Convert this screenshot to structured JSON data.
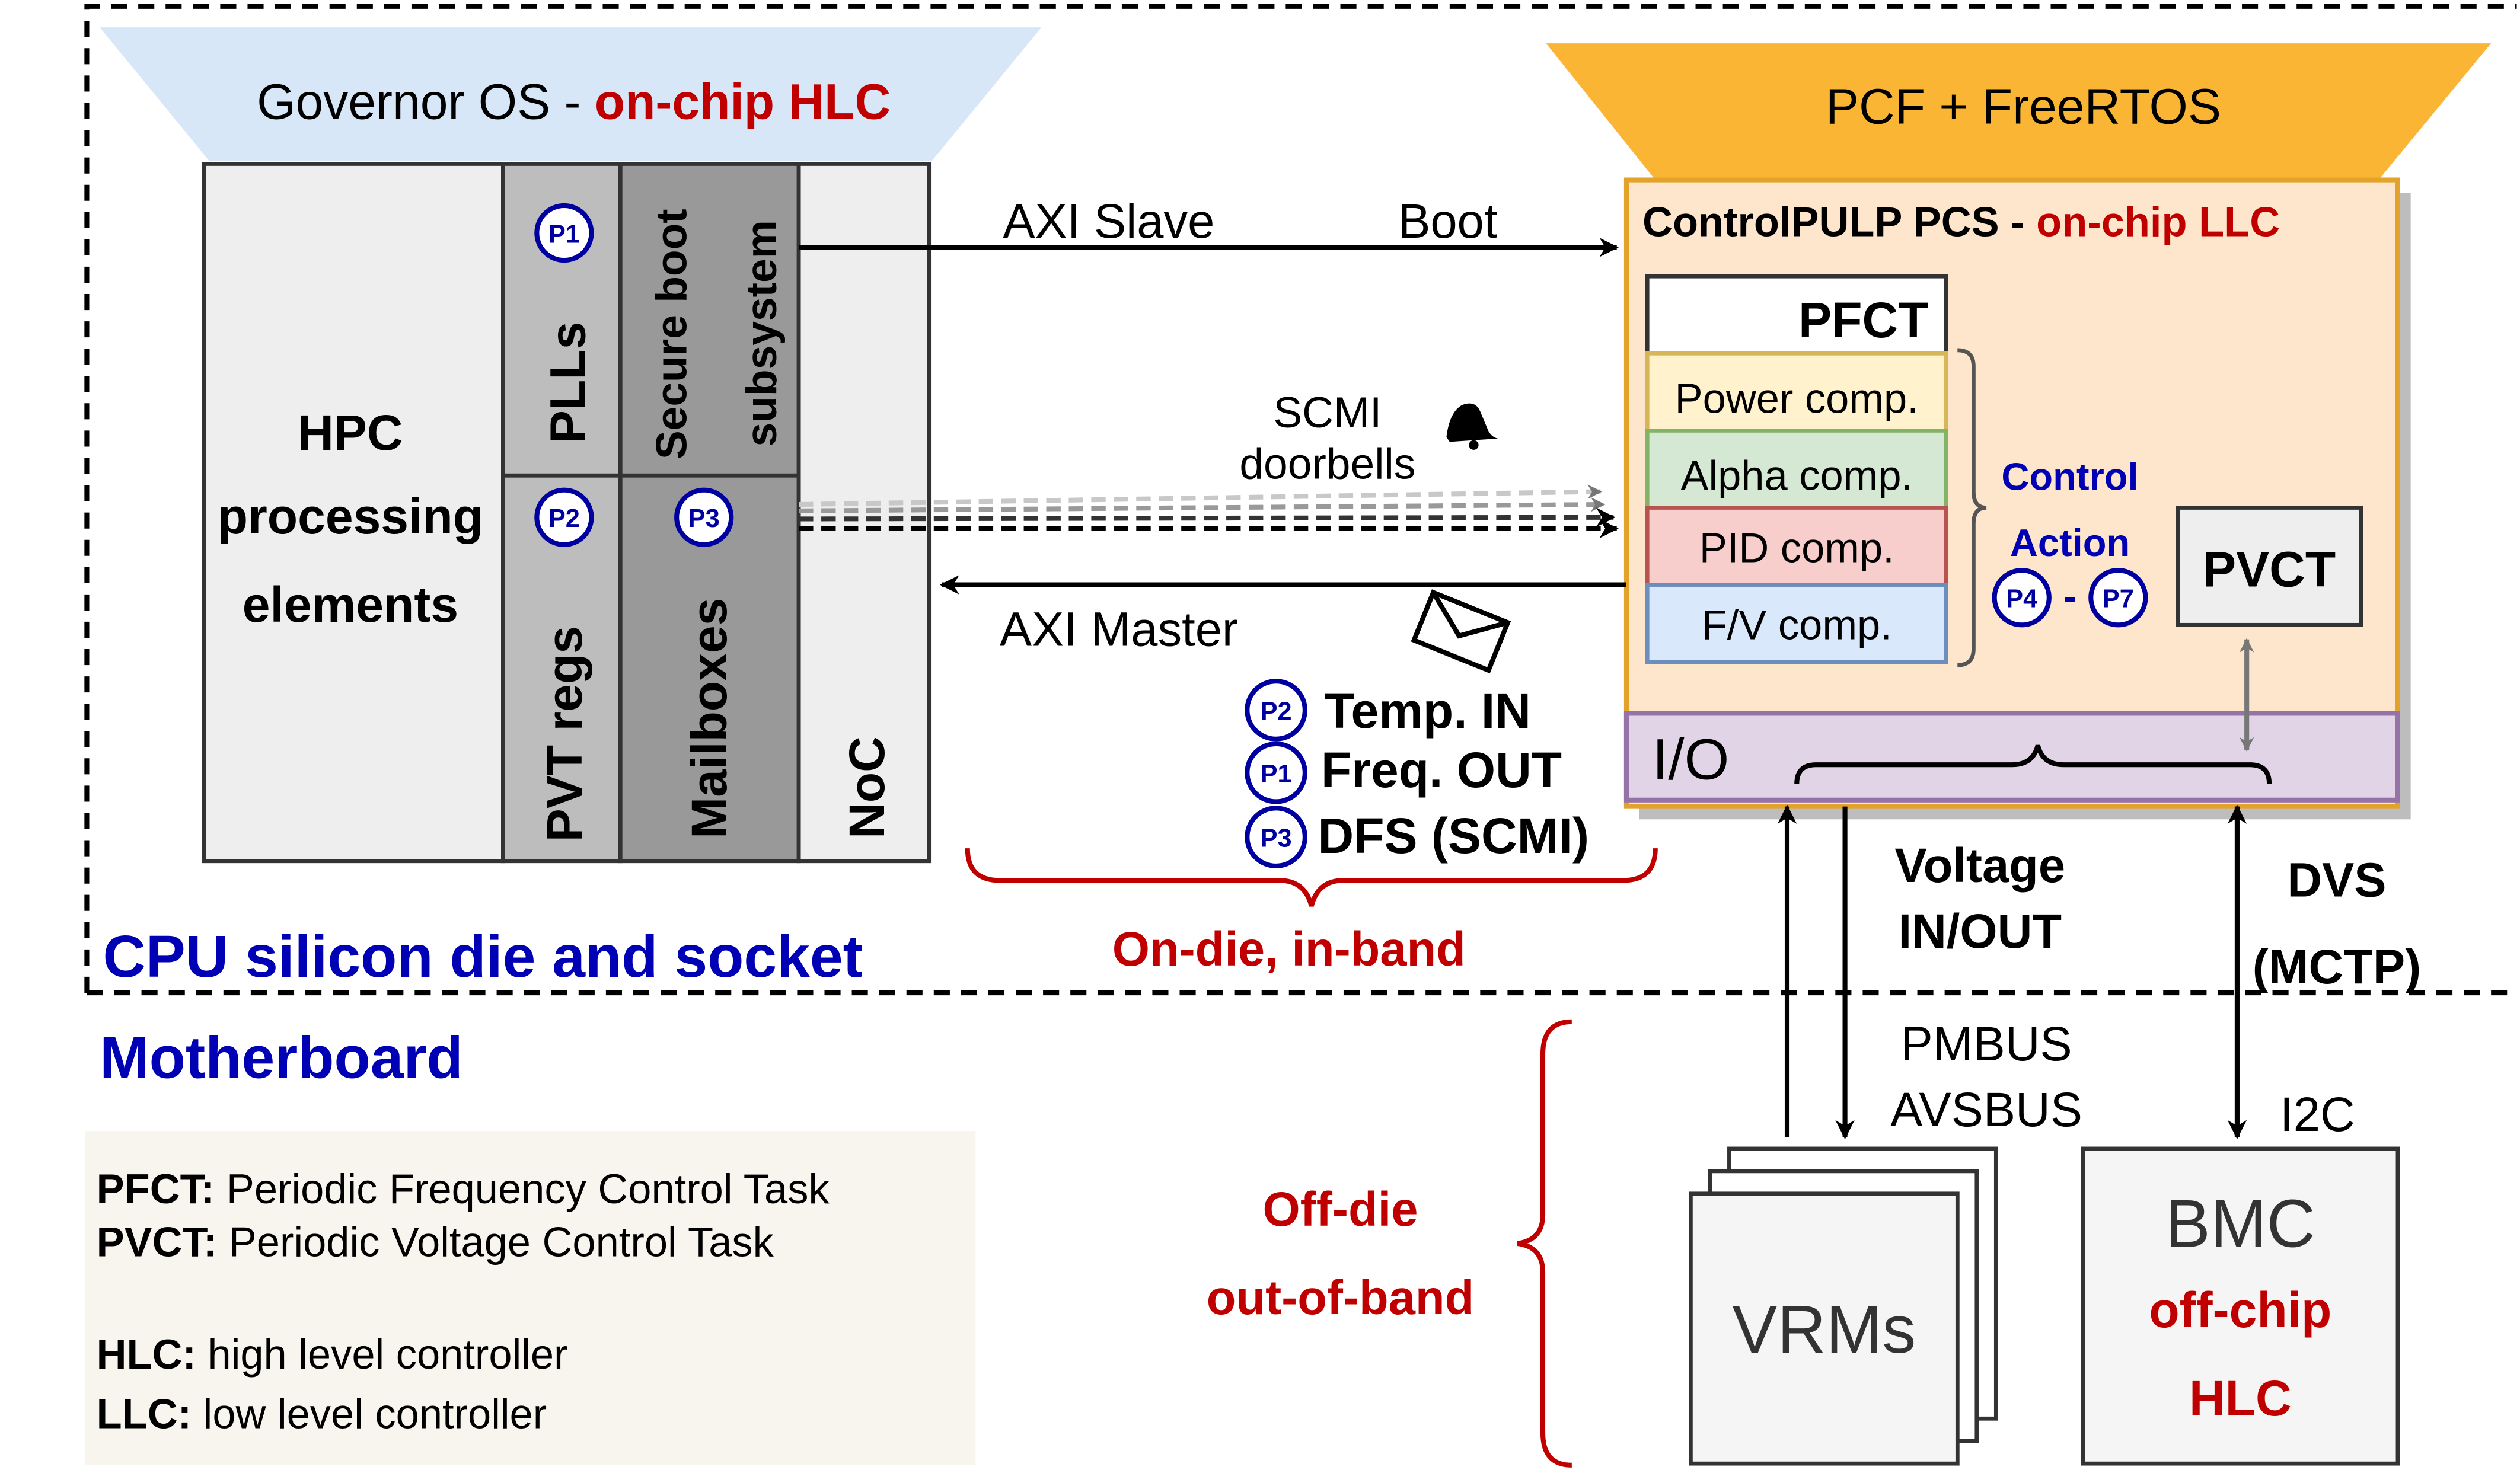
{
  "colors": {
    "dark_red": "#c00000",
    "dark_blue": "#0000b4",
    "circle_blue": "#0000a0",
    "gov_trapezoid": "#d8e7f8",
    "pcf_trapezoid": "#fbb535",
    "pcs_fill": "#fde6cb",
    "pcs_border": "#e3a32a",
    "io_fill": "#e2d4e7",
    "io_border": "#9673a6",
    "legend_fill": "#f7f5ee",
    "light_gray": "#eeeeee",
    "mid_gray": "#bdbdbd",
    "dark_gray": "#999999",
    "power_fill": "#fff2cc",
    "power_border": "#d6b656",
    "alpha_fill": "#d5e8d4",
    "alpha_border": "#82b366",
    "pid_fill": "#f8cecc",
    "pid_border": "#b85450",
    "fv_fill": "#dae8fc",
    "fv_border": "#6c8ebf"
  },
  "governor": {
    "label": "Governor OS - ",
    "highlight": "on-chip HLC"
  },
  "hpc": {
    "line1": "HPC",
    "line2": "processing",
    "line3": "elements"
  },
  "plls": {
    "label": "PLLs",
    "badge": "P1"
  },
  "pvt_regs": {
    "label": "PVT regs",
    "badge": "P2"
  },
  "secure_boot": {
    "line1": "Secure boot",
    "line2": "subsystem"
  },
  "mailboxes": {
    "label": "Mailboxes",
    "badge": "P3"
  },
  "noc": {
    "label": "NoC"
  },
  "links": {
    "axi_slave": "AXI Slave",
    "boot": "Boot",
    "scmi_line1": "SCMI",
    "scmi_line2": "doorbells",
    "axi_master": "AXI Master"
  },
  "signals": [
    {
      "badge": "P2",
      "label": "Temp. IN"
    },
    {
      "badge": "P1",
      "label": "Freq. OUT"
    },
    {
      "badge": "P3",
      "label": "DFS (SCMI)"
    }
  ],
  "on_die": "On-die, in-band",
  "pcf": {
    "label": "PCF + FreeRTOS"
  },
  "pcs": {
    "label": "ControlPULP PCS - ",
    "highlight": "on-chip LLC"
  },
  "pfct": {
    "label": "PFCT"
  },
  "components": [
    "Power comp.",
    "Alpha comp.",
    "PID comp.",
    "F/V comp."
  ],
  "control_action": {
    "line1": "Control",
    "line2": "Action",
    "badge_start": "P4",
    "dash": "-",
    "badge_end": "P7"
  },
  "pvct": {
    "label": "PVCT"
  },
  "io": {
    "label": "I/O"
  },
  "voltage": {
    "line1": "Voltage",
    "line2": "IN/OUT"
  },
  "dvs": {
    "line1": "DVS",
    "line2": "(MCTP)"
  },
  "pmbus": {
    "line1": "PMBUS",
    "line2": "AVSBUS"
  },
  "i2c": "I2C",
  "cpu_die": "CPU silicon die and socket",
  "motherboard": "Motherboard",
  "legend": [
    {
      "term": "PFCT:",
      "desc": " Periodic Frequency Control Task"
    },
    {
      "term": "PVCT:",
      "desc": " Periodic Voltage Control Task"
    },
    {
      "term": "HLC:",
      "desc": " high level controller"
    },
    {
      "term": "LLC:",
      "desc": " low level controller"
    }
  ],
  "off_die": {
    "line1": "Off-die",
    "line2": "out-of-band"
  },
  "vrms": {
    "label": "VRMs"
  },
  "bmc": {
    "label": "BMC",
    "line2": "off-chip",
    "line3": "HLC"
  }
}
